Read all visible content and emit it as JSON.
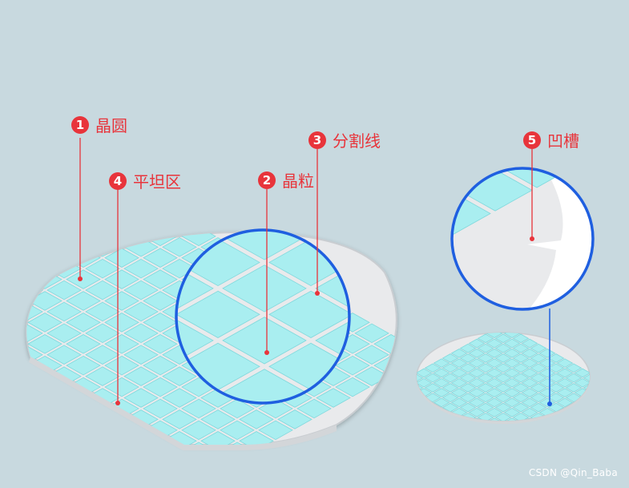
{
  "labels": [
    {
      "num": "1",
      "text": "晶圆"
    },
    {
      "num": "2",
      "text": "晶粒"
    },
    {
      "num": "3",
      "text": "分割线"
    },
    {
      "num": "4",
      "text": "平坦区"
    },
    {
      "num": "5",
      "text": "凹槽"
    }
  ],
  "watermark": "CSDN @Qin_Baba",
  "colors": {
    "background": "#c8d9df",
    "wafer": "#e9eaec",
    "wafer_edge": "#bfc3c7",
    "die": "#a9eef0",
    "die_edge": "#7fd8dc",
    "accent_red": "#e8343b",
    "magnifier_blue": "#1f5fe0"
  }
}
